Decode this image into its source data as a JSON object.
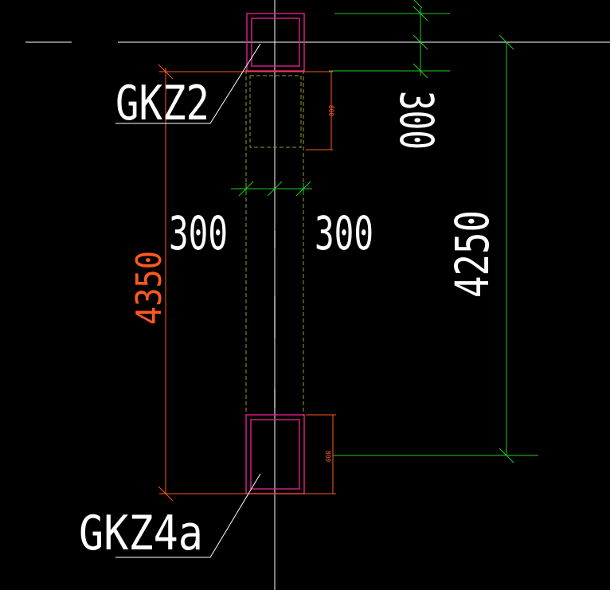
{
  "drawing": {
    "background": "#000000",
    "colors": {
      "axis": "#ffffff",
      "column": "#e0208c",
      "beam": "#9a9a2a",
      "dimension_green": "#22cc22",
      "dimension_orange": "#ff5a1e",
      "label": "#ffffff"
    },
    "labels": {
      "column_top": "GKZ2",
      "column_bottom": "GKZ4a"
    },
    "dimensions": {
      "vertical_left": "4350",
      "vertical_right": "4250",
      "width_left": "300",
      "width_right": "300",
      "top_beam_depth": "300",
      "small_top": "800",
      "small_bottom": "800"
    }
  }
}
